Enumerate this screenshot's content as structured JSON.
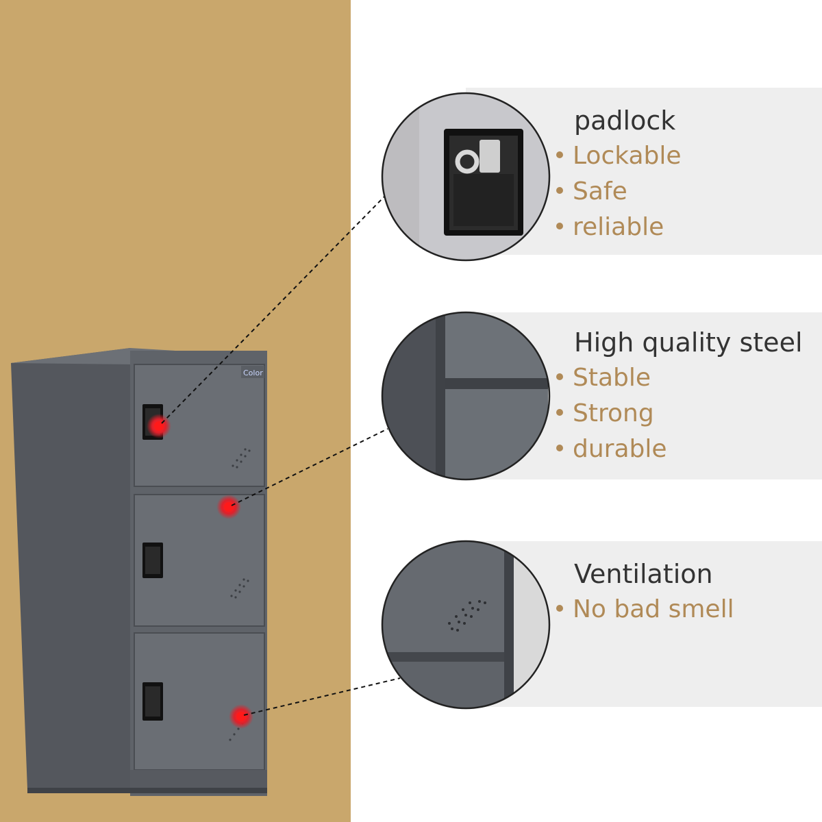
{
  "brand_label": "Color",
  "features": [
    {
      "title": "padlock",
      "items": [
        "Lockable",
        "Safe",
        "reliable"
      ]
    },
    {
      "title": "High quality steel",
      "items": [
        "Stable",
        "Strong",
        "durable"
      ]
    },
    {
      "title": "Ventilation",
      "items": [
        "No bad smell"
      ]
    }
  ],
  "colors": {
    "wall": "#c9a76c",
    "cabinet": "#5d6167",
    "accent_text": "#b08a57",
    "title_text": "#333333",
    "marker": "#e0202a"
  }
}
